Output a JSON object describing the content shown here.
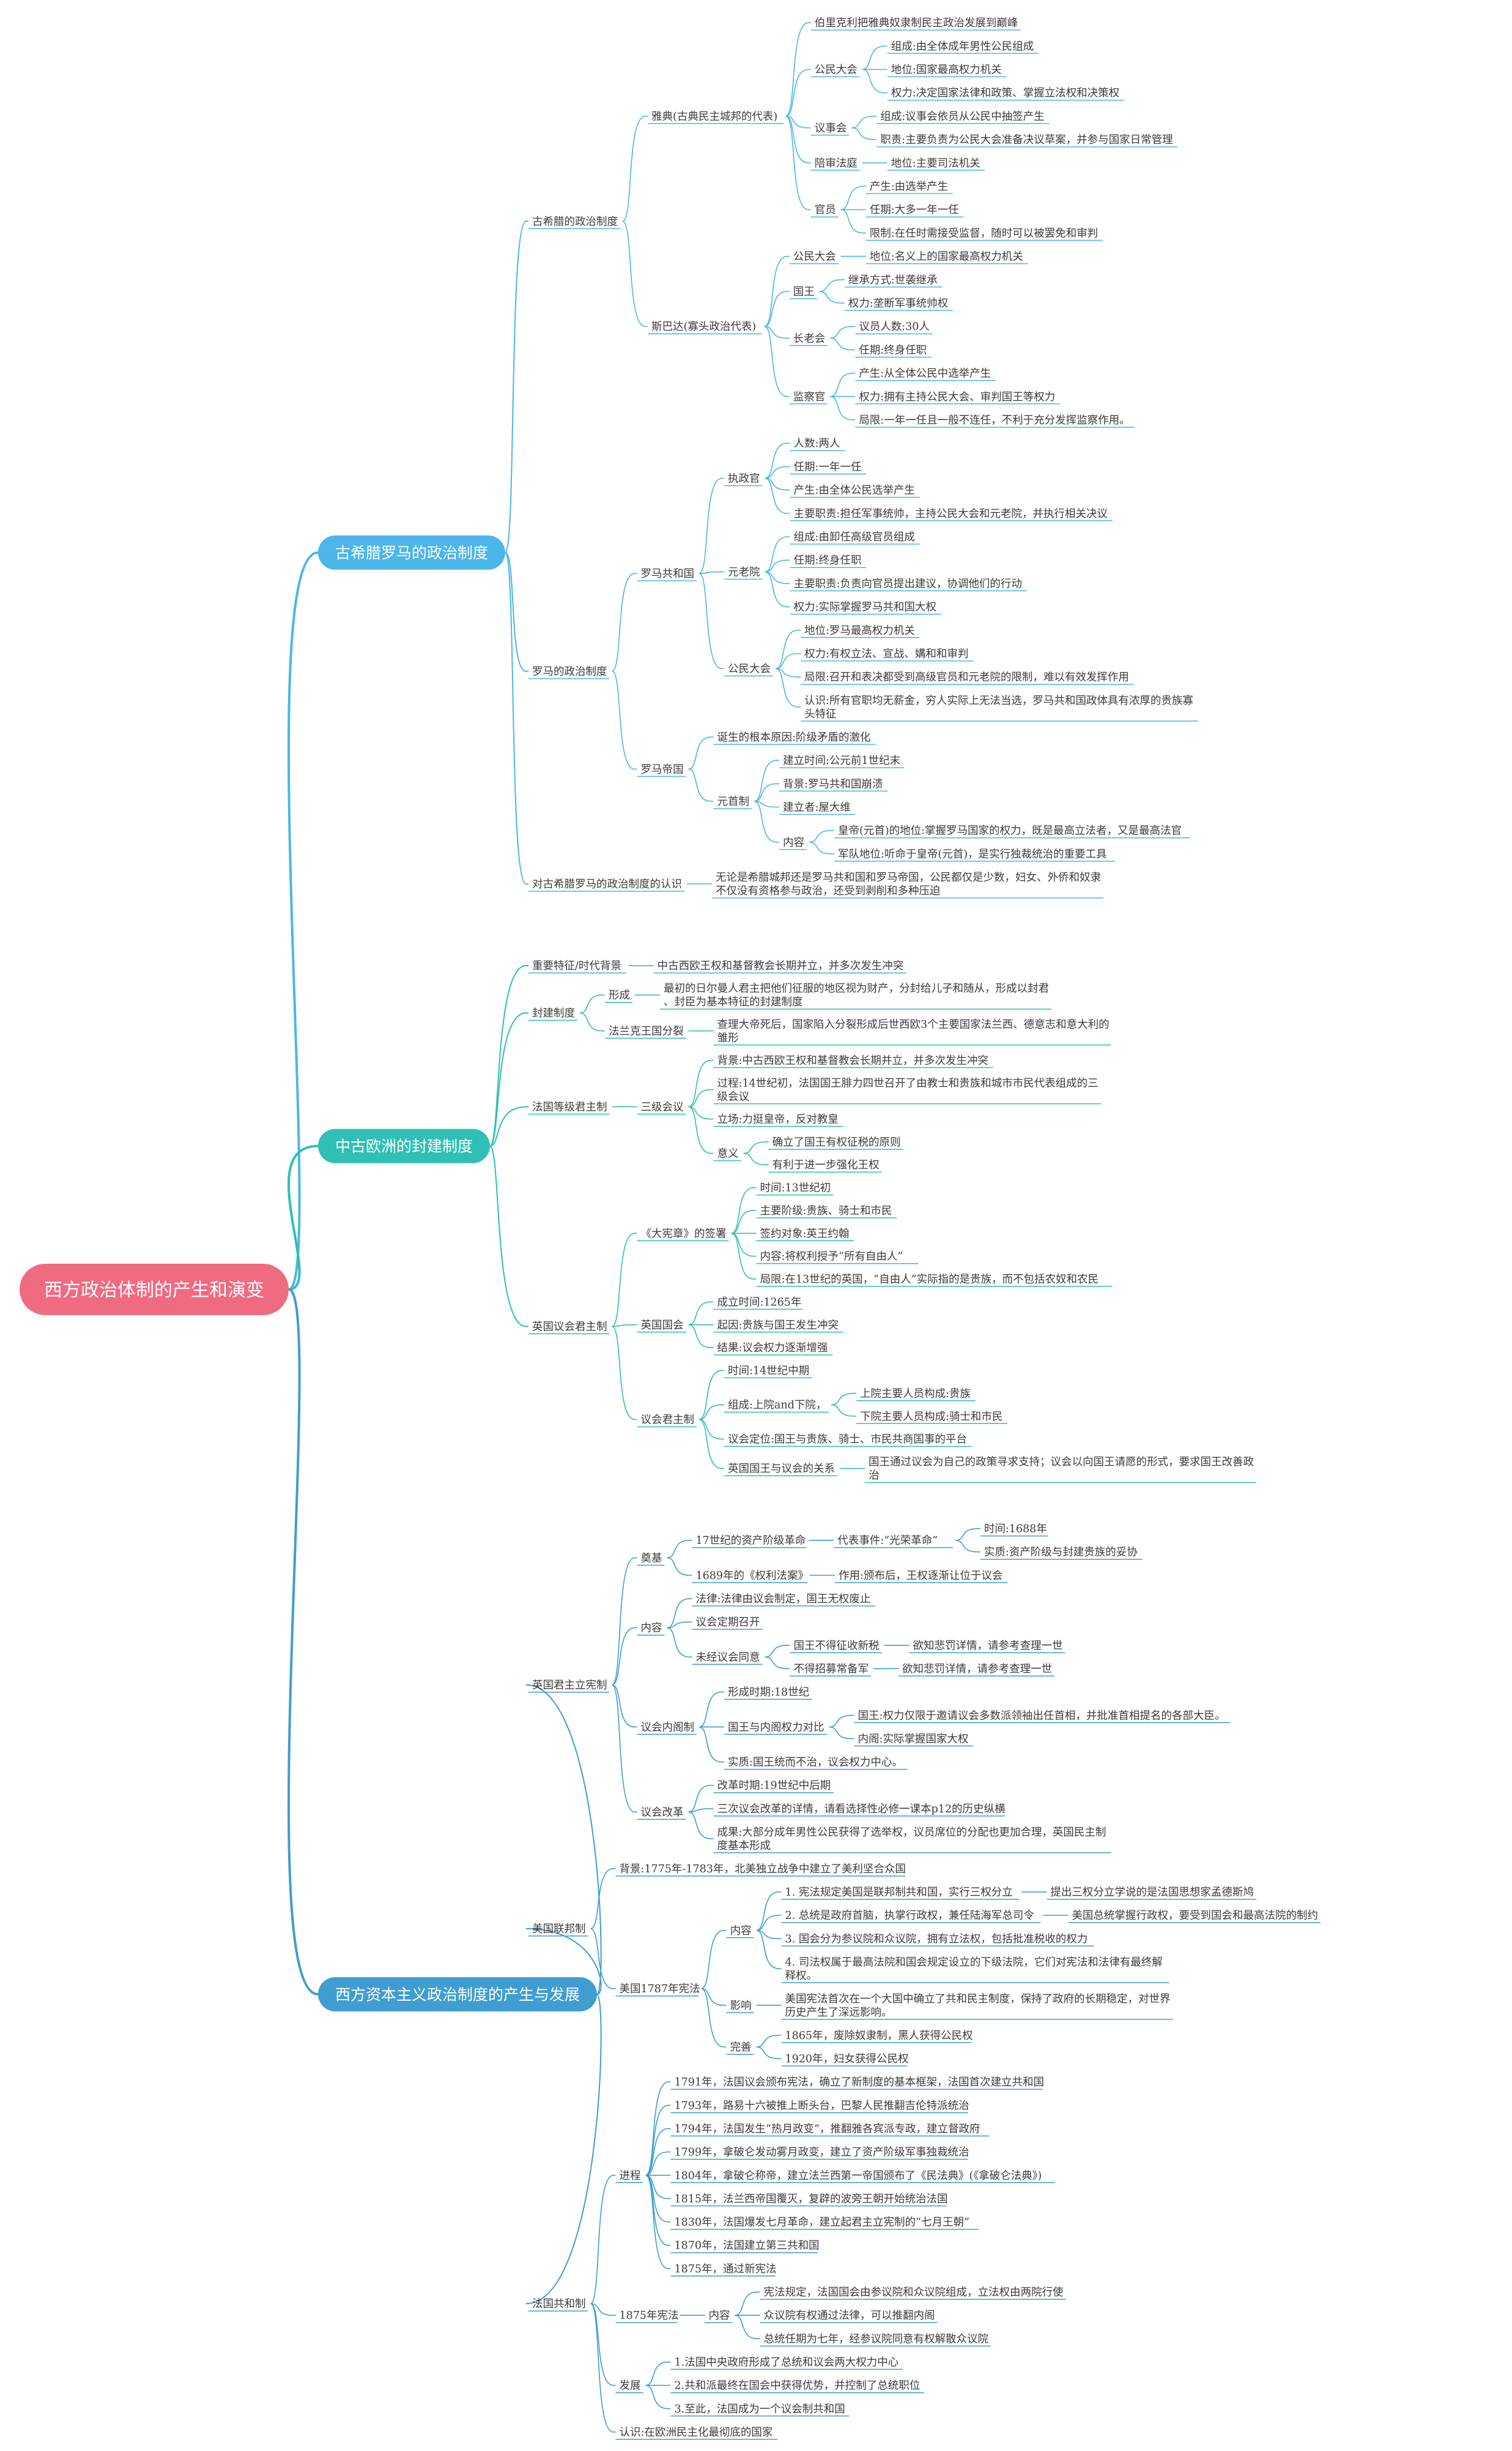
{
  "root": "西方政治体制的产生和演变",
  "branches": [
    {
      "label": "古希腊罗马的政治制度",
      "color": "#4bb6ea",
      "children": [
        {
          "label": "古希腊的政治制度",
          "children": [
            {
              "label": "雅典(古典民主城邦的代表)",
              "children": [
                {
                  "label": "伯里克利把雅典奴隶制民主政治发展到巅峰"
                },
                {
                  "label": "公民大会",
                  "children": [
                    {
                      "label": "组成:由全体成年男性公民组成"
                    },
                    {
                      "label": "地位:国家最高权力机关"
                    },
                    {
                      "label": "权力:决定国家法律和政策、掌握立法权和决策权"
                    }
                  ]
                },
                {
                  "label": "议事会",
                  "children": [
                    {
                      "label": "组成:议事会依员从公民中抽签产生"
                    },
                    {
                      "label": "职责:主要负责为公民大会准备决议草案，并参与国家日常管理"
                    }
                  ]
                },
                {
                  "label": "陪审法庭",
                  "children": [
                    {
                      "label": "地位:主要司法机关"
                    }
                  ]
                },
                {
                  "label": "官员",
                  "children": [
                    {
                      "label": "产生:由选举产生"
                    },
                    {
                      "label": "任期:大多一年一任"
                    },
                    {
                      "label": "限制:在任时需接受监督，随时可以被罢免和审判"
                    }
                  ]
                }
              ]
            },
            {
              "label": "斯巴达(寡头政治代表)",
              "children": [
                {
                  "label": "公民大会",
                  "children": [
                    {
                      "label": "地位:名义上的国家最高权力机关"
                    }
                  ]
                },
                {
                  "label": "国王",
                  "children": [
                    {
                      "label": "继承方式:世袭继承"
                    },
                    {
                      "label": "权力:垄断军事统帅权"
                    }
                  ]
                },
                {
                  "label": "长老会",
                  "children": [
                    {
                      "label": "议员人数:30人"
                    },
                    {
                      "label": "任期:终身任职"
                    }
                  ]
                },
                {
                  "label": "监察官",
                  "children": [
                    {
                      "label": "产生:从全体公民中选举产生"
                    },
                    {
                      "label": "权力:拥有主持公民大会、审判国王等权力"
                    },
                    {
                      "label": "局限:一年一任且一般不连任，不利于充分发挥监察作用。"
                    }
                  ]
                }
              ]
            }
          ]
        },
        {
          "label": "罗马的政治制度",
          "children": [
            {
              "label": "罗马共和国",
              "children": [
                {
                  "label": "执政官",
                  "children": [
                    {
                      "label": "人数:两人"
                    },
                    {
                      "label": "任期:一年一任"
                    },
                    {
                      "label": "产生:由全体公民选举产生"
                    },
                    {
                      "label": "主要职责:担任军事统帅，主持公民大会和元老院，并执行相关决议"
                    }
                  ]
                },
                {
                  "label": "元老院",
                  "children": [
                    {
                      "label": "组成:由卸任高级官员组成"
                    },
                    {
                      "label": "任期:终身任职"
                    },
                    {
                      "label": "主要职责:负责向官员提出建议，协调他们的行动"
                    },
                    {
                      "label": "权力:实际掌握罗马共和国大权"
                    }
                  ]
                },
                {
                  "label": "公民大会",
                  "children": [
                    {
                      "label": "地位:罗马最高权力机关"
                    },
                    {
                      "label": "权力:有权立法、宣战、媾和和审判"
                    },
                    {
                      "label": "局限:召开和表决都受到高级官员和元老院的限制，难以有效发挥作用"
                    },
                    {
                      "label": "认识:所有官职均无薪金，穷人实际上无法当选，罗马共和国政体具有浓厚的贵族寡头特征"
                    }
                  ]
                }
              ]
            },
            {
              "label": "罗马帝国",
              "children": [
                {
                  "label": "诞生的根本原因:阶级矛盾的激化"
                },
                {
                  "label": "元首制",
                  "children": [
                    {
                      "label": "建立时间:公元前1世纪末"
                    },
                    {
                      "label": "背景:罗马共和国崩溃"
                    },
                    {
                      "label": "建立者:屋大维"
                    },
                    {
                      "label": "内容",
                      "children": [
                        {
                          "label": "皇帝(元首)的地位:掌握罗马国家的权力，既是最高立法者，又是最高法官"
                        },
                        {
                          "label": "军队地位:听命于皇帝(元首)，是实行独裁统治的重要工具"
                        }
                      ]
                    }
                  ]
                }
              ]
            }
          ]
        },
        {
          "label": "对古希腊罗马的政治制度的认识",
          "children": [
            {
              "label": "无论是希腊城邦还是罗马共和国和罗马帝国，公民都仅是少数，妇女、外侨和奴隶不仅没有资格参与政治，还受到剥削和多种压迫"
            }
          ]
        }
      ]
    },
    {
      "label": "中古欧洲的封建制度",
      "color": "#2fbfb5",
      "children": [
        {
          "label": "重要特征/时代背景",
          "children": [
            {
              "label": "中古西欧王权和基督教会长期并立，并多次发生冲突"
            }
          ]
        },
        {
          "label": "封建制度",
          "children": [
            {
              "label": "形成",
              "children": [
                {
                  "label": "最初的日尔曼人君主把他们征服的地区视为财产，分封给儿子和随从，形成以封君、封臣为基本特征的封建制度"
                }
              ]
            },
            {
              "label": "法兰克王国分裂",
              "children": [
                {
                  "label": "查理大帝死后，国家陷入分裂形成后世西欧3个主要国家法兰西、德意志和意大利的雏形"
                }
              ]
            }
          ]
        },
        {
          "label": "法国等级君主制",
          "children": [
            {
              "label": "三级会议",
              "children": [
                {
                  "label": "背景:中古西欧王权和基督教会长期并立，并多次发生冲突"
                },
                {
                  "label": "过程:14世纪初，法国国王腓力四世召开了由教士和贵族和城市市民代表组成的三级会议"
                },
                {
                  "label": "立场:力挺皇帝，反对教皇"
                },
                {
                  "label": "意义",
                  "children": [
                    {
                      "label": "确立了国王有权征税的原则"
                    },
                    {
                      "label": "有利于进一步强化王权"
                    }
                  ]
                }
              ]
            }
          ]
        },
        {
          "label": "英国议会君主制",
          "children": [
            {
              "label": "《大宪章》的签署",
              "children": [
                {
                  "label": "时间:13世纪初"
                },
                {
                  "label": "主要阶级:贵族、骑士和市民"
                },
                {
                  "label": "签约对象:英王约翰"
                },
                {
                  "label": "内容:将权利授予“所有自由人”"
                },
                {
                  "label": "局限:在13世纪的英国，“自由人”实际指的是贵族，而不包括农奴和农民"
                }
              ]
            },
            {
              "label": "英国国会",
              "children": [
                {
                  "label": "成立时间:1265年"
                },
                {
                  "label": "起因:贵族与国王发生冲突"
                },
                {
                  "label": "结果:议会权力逐渐增强"
                }
              ]
            },
            {
              "label": "议会君主制",
              "children": [
                {
                  "label": "时间:14世纪中期"
                },
                {
                  "label": "组成:上院and下院，",
                  "children": [
                    {
                      "label": "上院主要人员构成:贵族"
                    },
                    {
                      "label": "下院主要人员构成:骑士和市民"
                    }
                  ]
                },
                {
                  "label": "议会定位:国王与贵族、骑士、市民共商国事的平台"
                },
                {
                  "label": "英国国王与议会的关系",
                  "children": [
                    {
                      "label": "国王通过议会为自己的政策寻求支持；议会以向国王请愿的形式，要求国王改善政治"
                    }
                  ]
                }
              ]
            }
          ]
        }
      ]
    },
    {
      "label": "西方资本主义政治制度的产生与发展",
      "color": "#3f9dd1",
      "children": [
        {
          "label": "英国君主立宪制",
          "children": [
            {
              "label": "奠基",
              "children": [
                {
                  "label": "17世纪的资产阶级革命",
                  "children": [
                    {
                      "label": "代表事件:“光荣革命”",
                      "children": [
                        {
                          "label": "时间:1688年"
                        },
                        {
                          "label": "实质:资产阶级与封建贵族的妥协"
                        }
                      ]
                    }
                  ]
                },
                {
                  "label": "1689年的《权利法案》",
                  "children": [
                    {
                      "label": "作用:颁布后，王权逐渐让位于议会"
                    }
                  ]
                }
              ]
            },
            {
              "label": "内容",
              "children": [
                {
                  "label": "法律:法律由议会制定，国王无权废止"
                },
                {
                  "label": "议会定期召开"
                },
                {
                  "label": "未经议会同意",
                  "children": [
                    {
                      "label": "国王不得征收新税",
                      "children": [
                        {
                          "label": "欲知悲罚详情，请参考查理一世"
                        }
                      ]
                    },
                    {
                      "label": "不得招募常备军",
                      "children": [
                        {
                          "label": "欲知悲罚详情，请参考查理一世"
                        }
                      ]
                    }
                  ]
                }
              ]
            },
            {
              "label": "议会内阁制",
              "children": [
                {
                  "label": "形成时期:18世纪"
                },
                {
                  "label": "国王与内阁权力对比",
                  "children": [
                    {
                      "label": "国王:权力仅限于邀请议会多数派领袖出任首相，并批准首相提名的各部大臣。"
                    },
                    {
                      "label": "内阁:实际掌握国家大权"
                    }
                  ]
                },
                {
                  "label": "实质:国王统而不治，议会权力中心。"
                }
              ]
            },
            {
              "label": "议会改革",
              "children": [
                {
                  "label": "改革时期:19世纪中后期"
                },
                {
                  "label": "三次议会改革的详情，请看选择性必修一课本p12的历史纵横"
                },
                {
                  "label": "成果:大部分成年男性公民获得了选举权，议员席位的分配也更加合理，英国民主制度基本形成"
                }
              ]
            }
          ]
        },
        {
          "label": "美国联邦制",
          "children": [
            {
              "label": "背景:1775年-1783年，北美独立战争中建立了美利坚合众国"
            },
            {
              "label": "美国1787年宪法",
              "children": [
                {
                  "label": "内容",
                  "children": [
                    {
                      "label": "1. 宪法规定美国是联邦制共和国，实行三权分立",
                      "children": [
                        {
                          "label": "提出三权分立学说的是法国思想家孟德斯鸠"
                        }
                      ]
                    },
                    {
                      "label": "2. 总统是政府首脑，执掌行政权，兼任陆海军总司令",
                      "children": [
                        {
                          "label": "美国总统掌握行政权，要受到国会和最高法院的制约"
                        }
                      ]
                    },
                    {
                      "label": "3. 国会分为参议院和众议院，拥有立法权，包括批准税收的权力"
                    },
                    {
                      "label": "4. 司法权属于最高法院和国会规定设立的下级法院，它们对宪法和法律有最终解释权。"
                    }
                  ]
                },
                {
                  "label": "影响",
                  "children": [
                    {
                      "label": "美国宪法首次在一个大国中确立了共和民主制度，保持了政府的长期稳定，对世界历史产生了深远影响。"
                    }
                  ]
                },
                {
                  "label": "完善",
                  "children": [
                    {
                      "label": "1865年，废除奴隶制，黑人获得公民权"
                    },
                    {
                      "label": "1920年，妇女获得公民权"
                    }
                  ]
                }
              ]
            }
          ]
        },
        {
          "label": "法国共和制",
          "children": [
            {
              "label": "进程",
              "children": [
                {
                  "label": "1791年，法国议会颁布宪法，确立了新制度的基本框架，法国首次建立共和国"
                },
                {
                  "label": "1793年，路易十六被推上断头台，巴黎人民推翻吉伦特派统治"
                },
                {
                  "label": "1794年，法国发生“热月政变”，推翻雅各宾派专政，建立督政府"
                },
                {
                  "label": "1799年，拿破仑发动雾月政变，建立了资产阶级军事独裁统治"
                },
                {
                  "label": "1804年，拿破仑称帝，建立法兰西第一帝国颁布了《民法典》(《拿破仑法典》)"
                },
                {
                  "label": "1815年，法兰西帝国覆灭，复辟的波旁王朝开始统治法国"
                },
                {
                  "label": "1830年，法国爆发七月革命，建立起君主立宪制的“七月王朝”"
                },
                {
                  "label": "1870年，法国建立第三共和国"
                },
                {
                  "label": "1875年，通过新宪法"
                }
              ]
            },
            {
              "label": "1875年宪法",
              "children": [
                {
                  "label": "内容",
                  "children": [
                    {
                      "label": "宪法规定，法国国会由参议院和众议院组成，立法权由两院行使"
                    },
                    {
                      "label": "众议院有权通过法律，可以推翻内阁"
                    },
                    {
                      "label": "总统任期为七年，经参议院同意有权解散众议院"
                    }
                  ]
                }
              ]
            },
            {
              "label": "发展",
              "children": [
                {
                  "label": "1.法国中央政府形成了总统和议会两大权力中心"
                },
                {
                  "label": "2.共和派最终在国会中获得优势，并控制了总统职位"
                },
                {
                  "label": "3.至此，法国成为一个议会制共和国"
                }
              ]
            },
            {
              "label": "认识:在欧洲民主化最彻底的国家"
            }
          ]
        }
      ]
    }
  ]
}
